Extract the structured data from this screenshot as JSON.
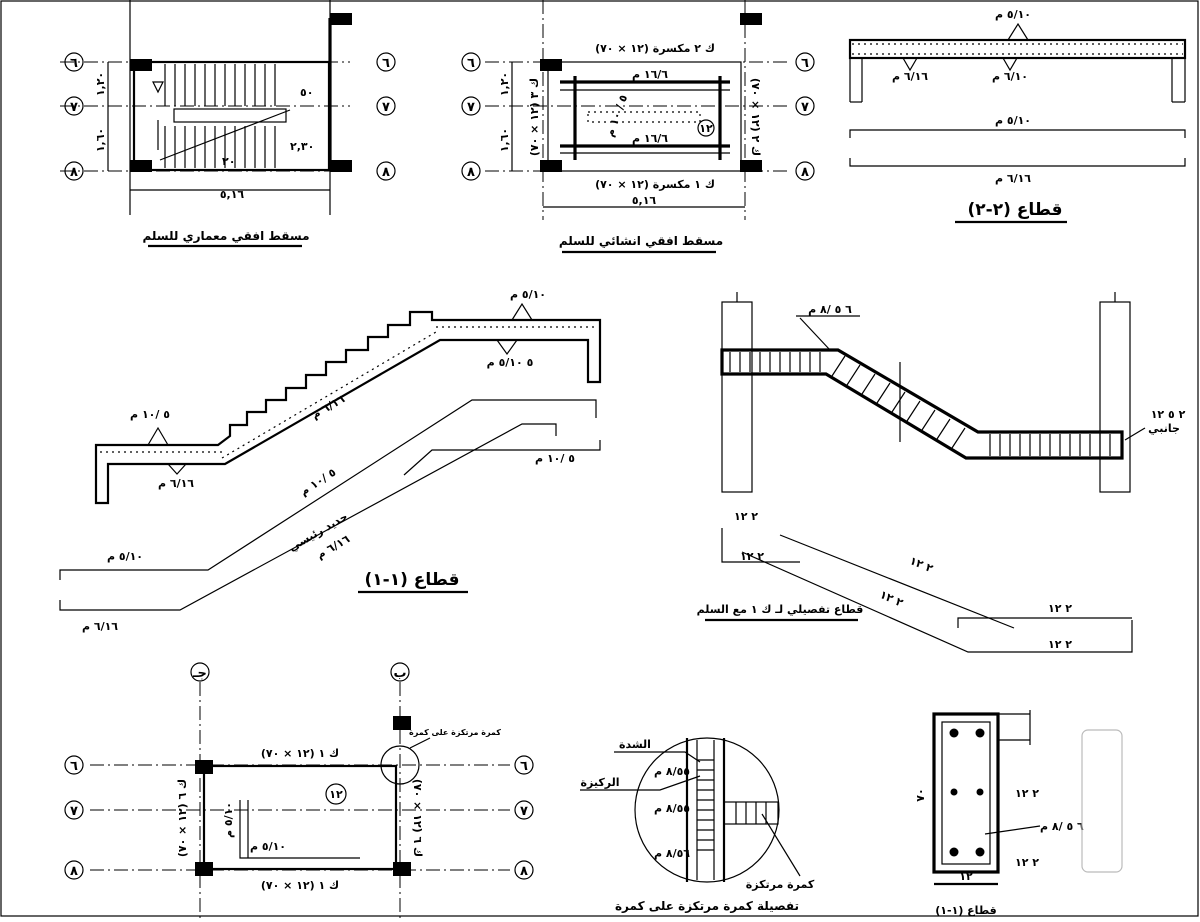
{
  "axes": {
    "r6": "٦",
    "r7": "٧",
    "r8": "٨",
    "gb": "ب",
    "gj": "جـ"
  },
  "plan_arch": {
    "title": "مسقط افقي معماري للسلم",
    "dim_width": "٥,١٦",
    "dim_a": "١,٢٠",
    "dim_b": "١,٦٠",
    "n_upper": "٥٠",
    "n_lower": "٢٠",
    "level": "٢,٣٠"
  },
  "plan_struct": {
    "title": "مسقط افقي انشائي للسلم",
    "beam_top": "ك ٢ مكسرة (١٢ × ٧٠)",
    "beam_bottom": "ك ١ مكسرة (١٢ × ٧٠)",
    "beam_left": "ك ٣ (١٢ × ٧٠)",
    "beam_right": "ك ٢ (١٢ × ٧٠)",
    "bar_top": "١٦/٦ م",
    "bar_bottom": "١٦/٦ م",
    "bar_mid": "٥ / ١٠ م",
    "slab_no": "١٢",
    "dim_width": "٥,١٦",
    "dim_a": "١,٢٠",
    "dim_b": "١,٦٠"
  },
  "section22": {
    "title": "قطاع (٢-٢)",
    "r_top": "٥/١٠ م",
    "r_bl": "٦/١٦ م",
    "r_br": "٦/١٠ م",
    "r_mid": "٥/١٠ م",
    "r_low": "٦/١٦ م"
  },
  "section11": {
    "title": "قطاع (١-١)",
    "r_top": "٥/١٠ م",
    "r_top2": "٥ ٥/١٠ م",
    "r_left": "٥ /١٠ م",
    "r_left2": "٦/١٦ م",
    "r_diag": "٦/١٦ م",
    "r_right": "٥ /١٠ م",
    "r_long": "٥ /١٠ م",
    "r_main": "حديد رئيسي",
    "r_main2": "٦/١٦ م",
    "r_bar1": "٥/١٠ م",
    "r_bar2": "٦/١٦ م"
  },
  "beam_detail": {
    "title": "قطاع تفصيلي لـ ك ١ مع السلم",
    "top_note": "٦ ٥ /٨ م",
    "side_note": "٢ ٥ ١٢",
    "side_note2": "جانبي",
    "bars": [
      "٢ ١٢",
      "٢ ١٢",
      "٢ ١٢",
      "٢ ١٢",
      "٢ ١٢",
      "٢ ١٢"
    ]
  },
  "plan_support": {
    "beam_top": "ك ١ (١٢ × ٧٠)",
    "beam_bottom": "ك ١ (١٢ × ٧٠)",
    "beam_left": "ك ٦ (١٢ × ٧٠)",
    "beam_right": "ك ٦ (١٢ × ٧٠)",
    "slab_no": "١٢",
    "circle_note": "كمرة مرتكزة على كمرة",
    "bar_h": "٥/١٠ م",
    "bar_v": "٥/١٠ م"
  },
  "detail_circle": {
    "title": "تفصيلة كمرة مرتكزة على كمرة",
    "l1": "الشدة",
    "l2": "الركيزة",
    "l3": "كمرة مرتكزة",
    "s1": "٨/٥٥ م",
    "s2": "٨/٥٥ م",
    "s3": "٨/٥٦ م"
  },
  "beam_section": {
    "title": "قطاع (١-١)",
    "h": "٧٠",
    "w": "١٢",
    "top_bars": "٢ ١٢",
    "bot_bars": "٢ ١٢",
    "stirrup": "٦ ٥ /٨ م"
  }
}
